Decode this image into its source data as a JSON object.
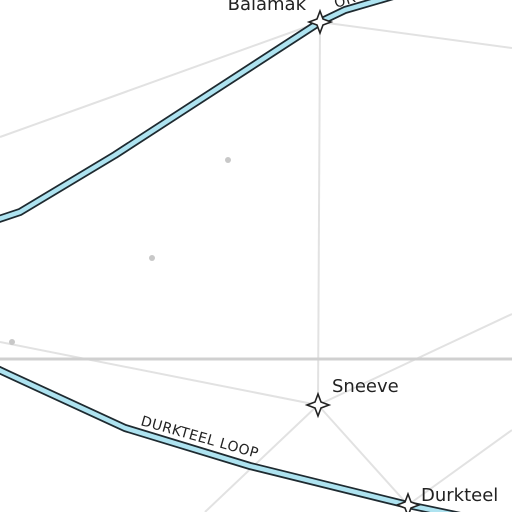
{
  "colors": {
    "background": "#ffffff",
    "thin_line": "#e2e2e2",
    "thick_line": "#d0d0d0",
    "route_fill": "#aee3f0",
    "route_stroke": "#1e2a30",
    "dot": "#c8c8c8",
    "label": "#222222"
  },
  "places": [
    {
      "id": "balamak",
      "name": "Balamak",
      "icon": "four-point-star-icon"
    },
    {
      "id": "sneeve",
      "name": "Sneeve",
      "icon": "four-point-star-icon"
    },
    {
      "id": "durkteel",
      "name": "Durkteel",
      "icon": "four-point-star-icon"
    }
  ],
  "routes": [
    {
      "id": "upper-route",
      "label": "OR"
    },
    {
      "id": "durkteel-loop",
      "label": "DURKTEEL LOOP"
    }
  ]
}
